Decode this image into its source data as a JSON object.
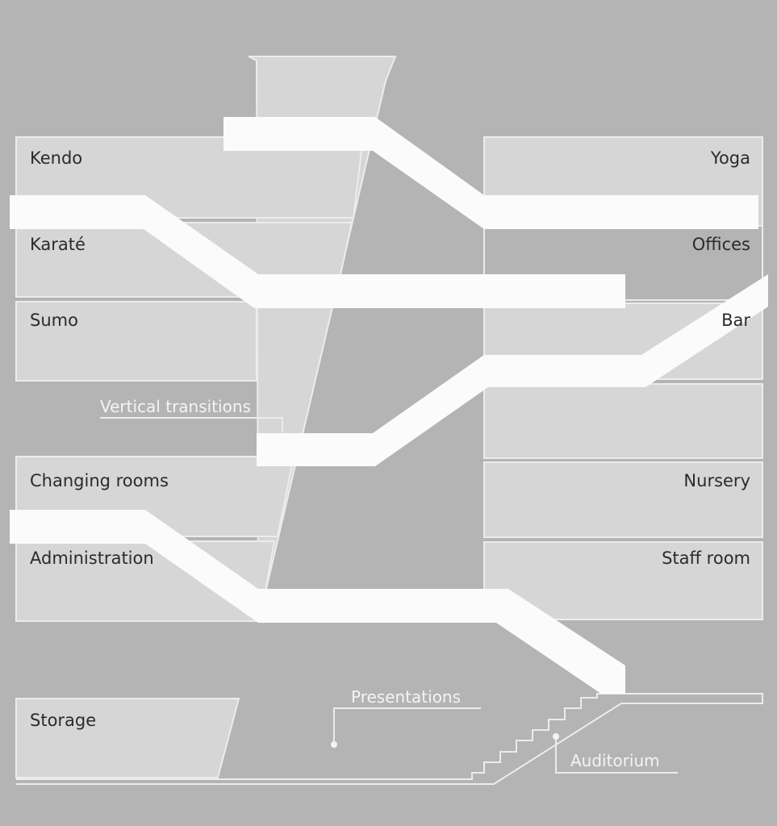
{
  "rooms_left": [
    "Kendo",
    "Karaté",
    "Sumo",
    "Changing rooms",
    "Administration",
    "Storage"
  ],
  "rooms_right": [
    "Yoga",
    "Offices",
    "Bar",
    "Nursery",
    "Staff room"
  ],
  "callouts": {
    "vertical": "Vertical transitions",
    "presentations": "Presentations",
    "auditorium": "Auditorium"
  },
  "colors": {
    "background": "#b4b4b4",
    "room": "#d6d6d6",
    "bar": "#fbfbfb"
  }
}
